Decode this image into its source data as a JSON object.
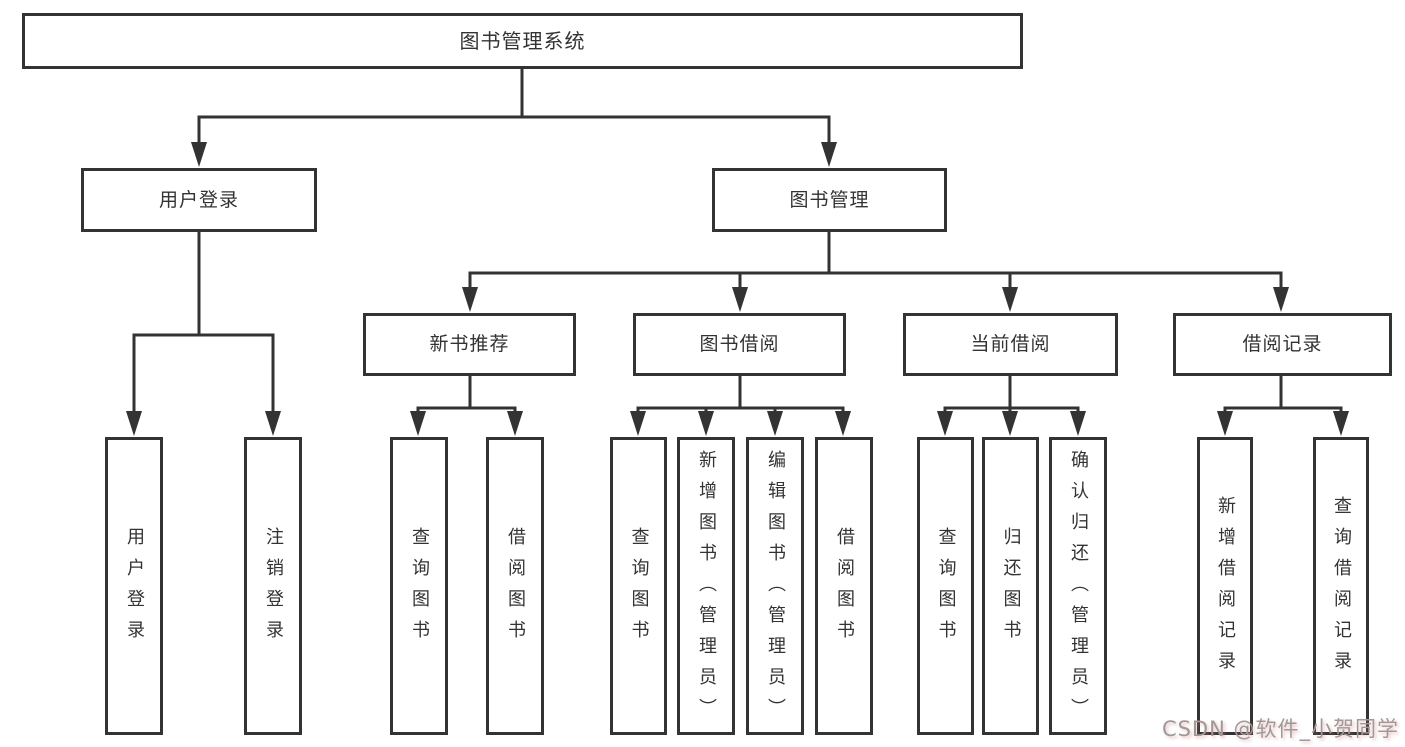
{
  "diagram": {
    "root": {
      "label": "图书管理系统"
    },
    "branches": [
      {
        "label": "用户登录",
        "children": [
          {
            "label": "用户登录"
          },
          {
            "label": "注销登录"
          }
        ]
      },
      {
        "label": "图书管理",
        "children": [
          {
            "label": "新书推荐",
            "children": [
              {
                "label": "查询图书"
              },
              {
                "label": "借阅图书"
              }
            ]
          },
          {
            "label": "图书借阅",
            "children": [
              {
                "label": "查询图书"
              },
              {
                "label": "新增图书（管理员）"
              },
              {
                "label": "编辑图书（管理员）"
              },
              {
                "label": "借阅图书"
              }
            ]
          },
          {
            "label": "当前借阅",
            "children": [
              {
                "label": "查询图书"
              },
              {
                "label": "归还图书"
              },
              {
                "label": "确认归还（管理员）"
              }
            ]
          },
          {
            "label": "借阅记录",
            "children": [
              {
                "label": "新增借阅记录"
              },
              {
                "label": "查询借阅记录"
              }
            ]
          }
        ]
      }
    ]
  },
  "watermark": {
    "text": "CSDN @软件_小贺同学"
  },
  "colors": {
    "line": "#333333",
    "box_border": "#333333",
    "box_fill": "#ffffff",
    "text": "#333333",
    "background": "#ffffff",
    "watermark_text": "#9b9b9b",
    "watermark_shadow": "#e16e6e"
  }
}
